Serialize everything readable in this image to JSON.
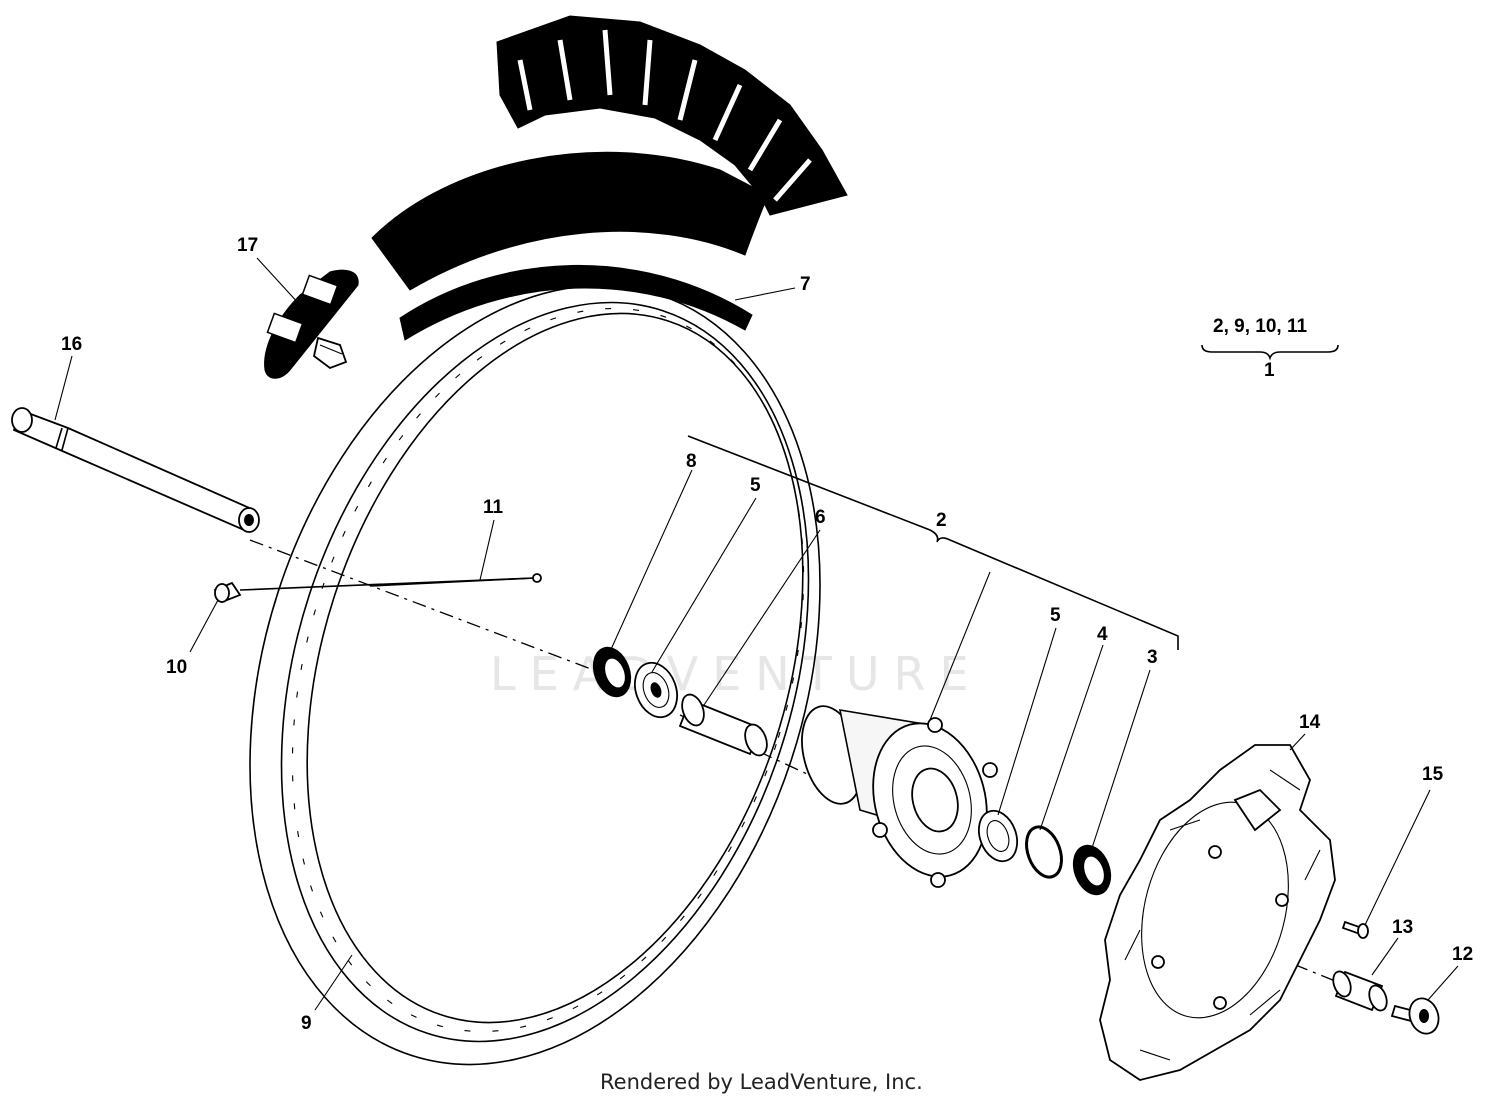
{
  "diagram": {
    "watermark_text": "LEADVENTURE",
    "footer_text": "Rendered by LeadVenture, Inc.",
    "group_note": {
      "members": "2, 9, 10, 11",
      "parent": "1"
    },
    "callouts": [
      {
        "id": "c17",
        "label": "17"
      },
      {
        "id": "c16",
        "label": "16"
      },
      {
        "id": "c7",
        "label": "7"
      },
      {
        "id": "c11",
        "label": "11"
      },
      {
        "id": "c10",
        "label": "10"
      },
      {
        "id": "c8",
        "label": "8"
      },
      {
        "id": "c5a",
        "label": "5"
      },
      {
        "id": "c6",
        "label": "6"
      },
      {
        "id": "c2",
        "label": "2"
      },
      {
        "id": "c5b",
        "label": "5"
      },
      {
        "id": "c4",
        "label": "4"
      },
      {
        "id": "c3",
        "label": "3"
      },
      {
        "id": "c14",
        "label": "14"
      },
      {
        "id": "c15",
        "label": "15"
      },
      {
        "id": "c13",
        "label": "13"
      },
      {
        "id": "c12",
        "label": "12"
      },
      {
        "id": "c9",
        "label": "9"
      }
    ]
  }
}
